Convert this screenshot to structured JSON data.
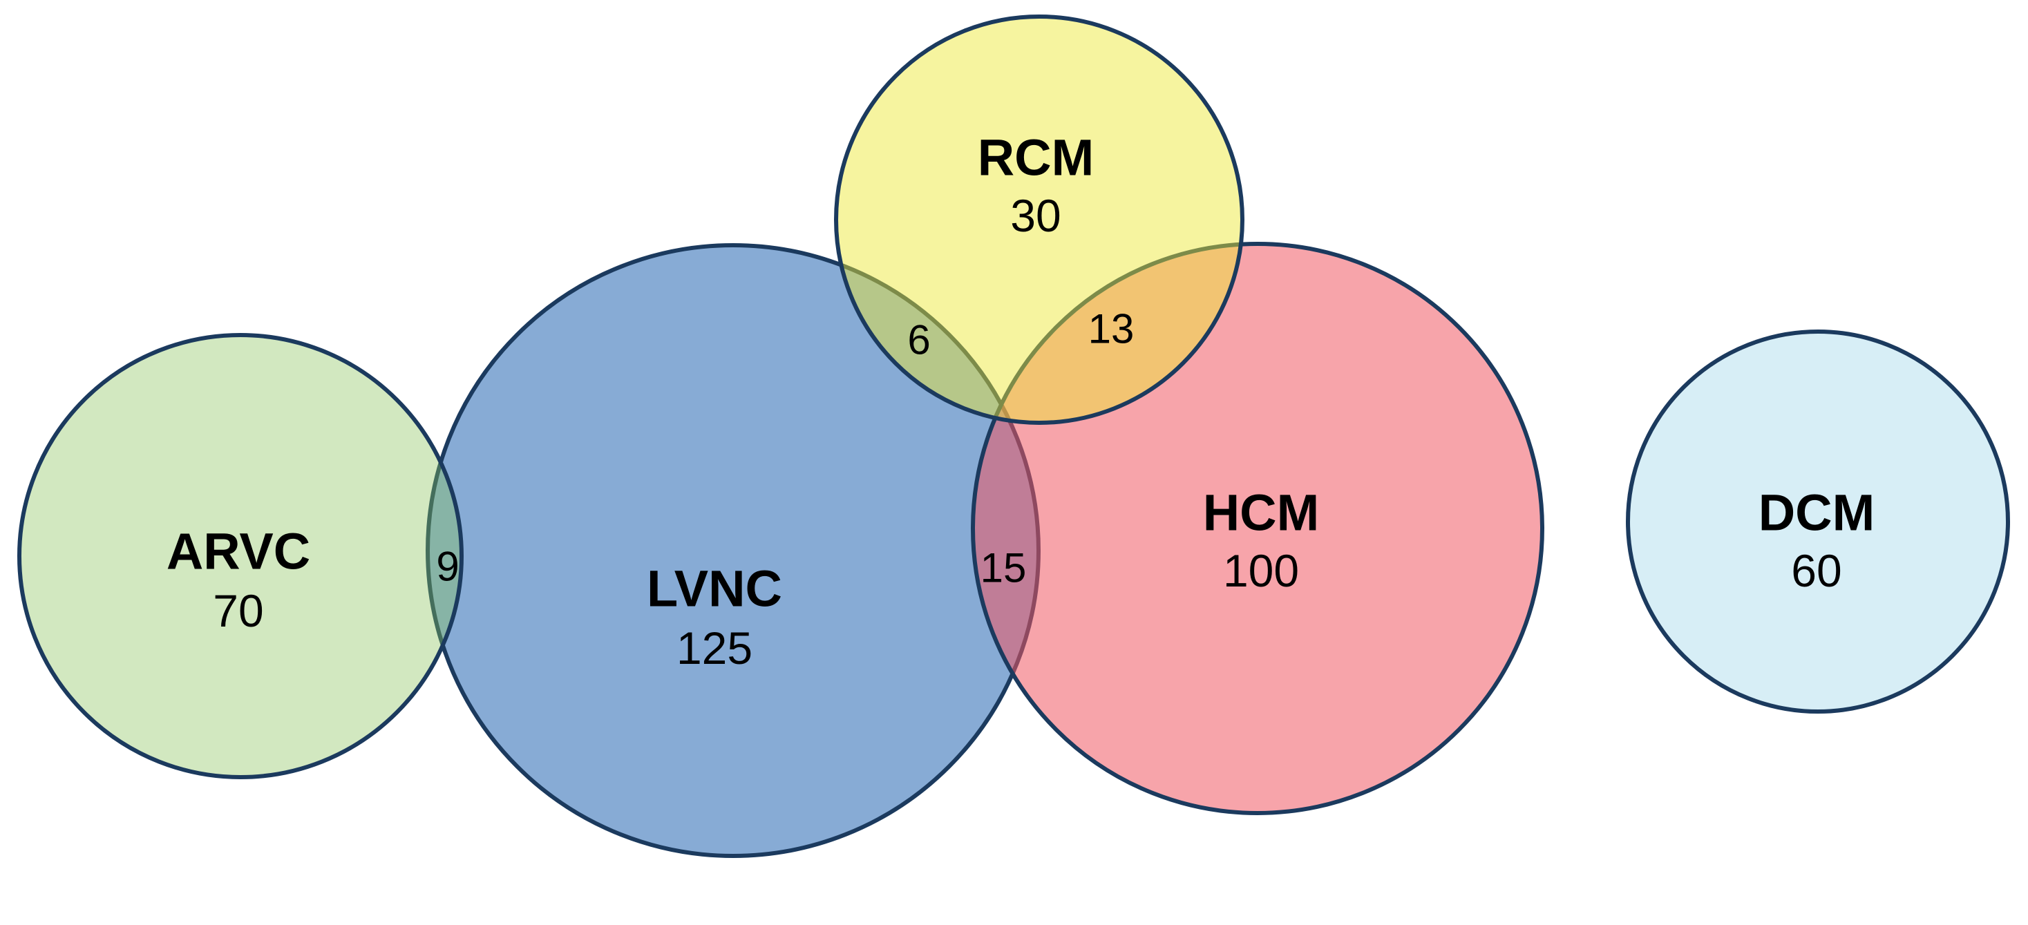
{
  "figure": {
    "type": "venn-diagram",
    "background_color": "#ffffff",
    "outline_color": "#1b3a5e",
    "text_color": "#000000",
    "sets": [
      {
        "name": "ARVC",
        "size": "70",
        "fill_color": "#89c359",
        "fill_opacity_pct": "38",
        "composited_color": "#d2e8c0"
      },
      {
        "name": "LVNC",
        "size": "125",
        "fill_color": "#87abd5",
        "fill_opacity_pct": "100",
        "composited_color": "#87abd5"
      },
      {
        "name": "RCM",
        "size": "30",
        "fill_color": "#ece832",
        "fill_opacity_pct": "47",
        "composited_color": "#f6f4a0"
      },
      {
        "name": "HCM",
        "size": "100",
        "fill_color": "#f15762",
        "fill_opacity_pct": "54",
        "composited_color": "#f7a4aa"
      },
      {
        "name": "DCM",
        "size": "60",
        "fill_color": "#d7eef6",
        "fill_opacity_pct": "100",
        "composited_color": "#d7eef6"
      }
    ],
    "overlaps": [
      {
        "between": "ARVC-LVNC",
        "size": "9",
        "region_color": "#89b7a2"
      },
      {
        "between": "LVNC-RCM",
        "size": "6",
        "region_color": "#b6c795"
      },
      {
        "between": "RCM-HCM",
        "size": "13",
        "region_color": "#f2c26e"
      },
      {
        "between": "LVNC-HCM",
        "size": "15",
        "region_color": "#c07e96"
      }
    ]
  }
}
